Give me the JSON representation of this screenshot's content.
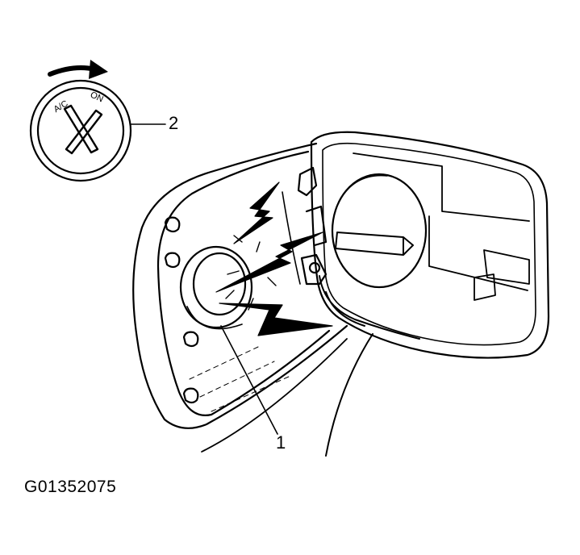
{
  "diagram": {
    "callouts": [
      {
        "number": "1"
      },
      {
        "number": "2"
      }
    ],
    "cap_markings": {
      "left": "A/C",
      "right": "ON"
    },
    "figure_id": "G01352075"
  }
}
